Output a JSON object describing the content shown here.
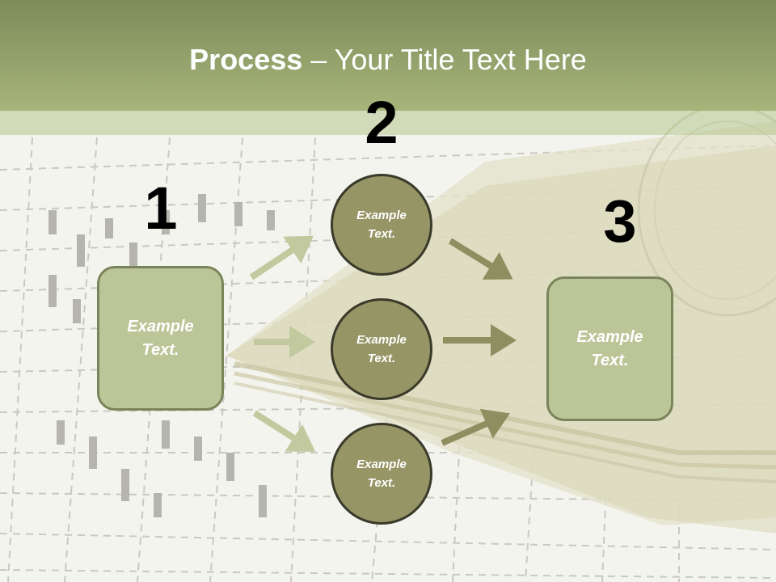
{
  "title": {
    "bold": "Process",
    "rest": " – Your Title Text Here"
  },
  "steps": {
    "one": {
      "number": "1",
      "text": "Example Text."
    },
    "two": {
      "number": "2",
      "items": [
        "Example Text.",
        "Example Text.",
        "Example Text."
      ]
    },
    "three": {
      "number": "3",
      "text": "Example Text."
    }
  },
  "colors": {
    "header": "#a7b57a",
    "box_fill": "#bcc597",
    "circle_fill": "#959566",
    "arrow_light": "#c3c99f",
    "arrow_dark": "#8e8e60"
  }
}
